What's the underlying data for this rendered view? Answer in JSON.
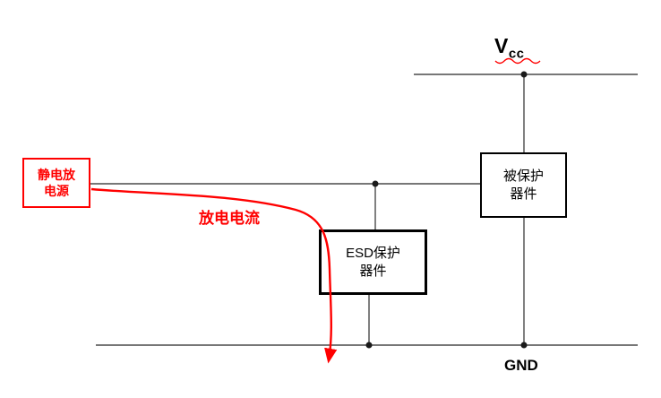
{
  "diagram": {
    "vcc": {
      "main": "V",
      "sub": "cc"
    },
    "gnd_label": "GND",
    "source_box": {
      "line1": "静电放",
      "line2": "电源"
    },
    "protected_box": {
      "line1": "被保护",
      "line2": "器件"
    },
    "esd_box": {
      "line1": "ESD保护",
      "line2": "器件"
    },
    "discharge_current_label": "放电电流",
    "colors": {
      "accent_red": "#ff0000",
      "wire": "#4a4a4a",
      "box_border": "#000000",
      "background": "#ffffff"
    }
  }
}
